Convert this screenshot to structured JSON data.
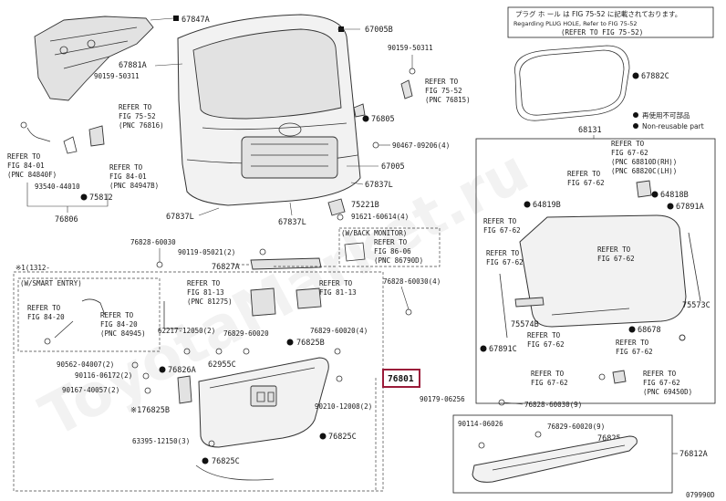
{
  "labels": {
    "l67847A": "67847A",
    "l67005B": "67005B",
    "l67881A": "67881A",
    "l90159_50311a": "90159-50311",
    "l90159_50311b": "90159-50311",
    "l67005": "67005",
    "l67837L_a": "67837L",
    "l67837L_b": "67837L",
    "l67837L_c": "67837L",
    "l76805": "76805",
    "l90467": "90467-09206(4)",
    "l75221B": "75221B",
    "l91621": "91621-60614(4)",
    "l76806": "76806",
    "l93540": "93540-44010",
    "l75812": "75812",
    "l76828_60030a": "76828-60030",
    "l90119_05021": "90119-05021(2)",
    "l76827A": "76827A",
    "l76828_60030b": "76828-60030(4)",
    "l62217": "62217-12050(2)",
    "l76829_60020a": "76829-60020",
    "l76829_60020b": "76829-60020(4)",
    "l76825B": "76825B",
    "l90562": "90562-04007(2)",
    "l90116": "90116-06172(2)",
    "l90167": "90167-40057(2)",
    "l76826A": "76826A",
    "l62955C": "62955C",
    "l176825B": "※176825B",
    "l76801": "76801",
    "l90210": "90210-12008(2)",
    "l63395": "63395-12150(3)",
    "l76825C_a": "76825C",
    "l76825C_b": "76825C",
    "l67882C": "67882C",
    "l68131": "68131",
    "l64819B": "64819B",
    "l64818B": "64818B",
    "l67891A": "67891A",
    "l75574B": "75574B",
    "l75573C": "75573C",
    "l68678": "68678",
    "l67891C": "67891C",
    "l90179": "90179-06256",
    "l76828_60030c": "76828-60030(9)",
    "l90114": "90114-06026",
    "l76829_60020c": "76829-60020(9)",
    "l76825": "76825",
    "l76812A": "76812A",
    "l1312": "※1(1312-",
    "smart_entry": "(W/SMART ENTRY)",
    "back_monitor": "(W/BACK MONITOR)",
    "code": "079990D"
  },
  "refs": {
    "fig75_52_a": [
      "REFER TO",
      "FIG 75-52",
      "(PNC 76816)"
    ],
    "fig75_52_b": [
      "REFER TO",
      "FIG 75-52",
      "(PNC 76815)"
    ],
    "fig84_01_a": [
      "REFER TO",
      "FIG 84-01",
      "(PNC 84840F)"
    ],
    "fig84_01_b": [
      "REFER TO",
      "FIG 84-01",
      "(PNC 84947B)"
    ],
    "fig86_06": [
      "REFER TO",
      "FIG 86-06",
      "(PNC 86790D)"
    ],
    "fig81_13_a": [
      "REFER TO",
      "FIG 81-13",
      "(PNC 81275)"
    ],
    "fig81_13_b": [
      "REFER TO",
      "FIG 81-13"
    ],
    "fig84_20_a": [
      "REFER TO",
      "FIG 84-20"
    ],
    "fig84_20_b": [
      "REFER TO",
      "FIG 84-20",
      "(PNC 84945)"
    ],
    "fig67_62_top": [
      "REFER TO",
      "FIG 67-62",
      "(PNC 68810D(RH))",
      "(PNC 68820C(LH))"
    ],
    "fig67_62_a": [
      "REFER TO",
      "FIG 67-62"
    ],
    "fig67_62_b": [
      "REFER TO",
      "FIG 67-62"
    ],
    "fig67_62_c": [
      "REFER TO",
      "FIG 67-62"
    ],
    "fig67_62_d": [
      "REFER TO",
      "FIG 67-62"
    ],
    "fig67_62_e": [
      "REFER TO",
      "FIG 67-62"
    ],
    "fig67_62_f": [
      "REFER TO",
      "FIG 67-62"
    ],
    "fig67_62_g": [
      "REFER TO",
      "FIG 67-62",
      "(PNC 69450D)"
    ]
  },
  "legend": {
    "jp_line1": "プラグ ホ ール は FIG 75-52 に記載されております。",
    "en_line1": "Regarding PLUG HOLE, Refer to FIG 75-52",
    "ref_line": "(REFER TO FIG 75-52)",
    "jp_reuse": "再使用不可部品",
    "en_reuse": "Non-reusable part"
  },
  "highlight_color": "#9b1c3a"
}
